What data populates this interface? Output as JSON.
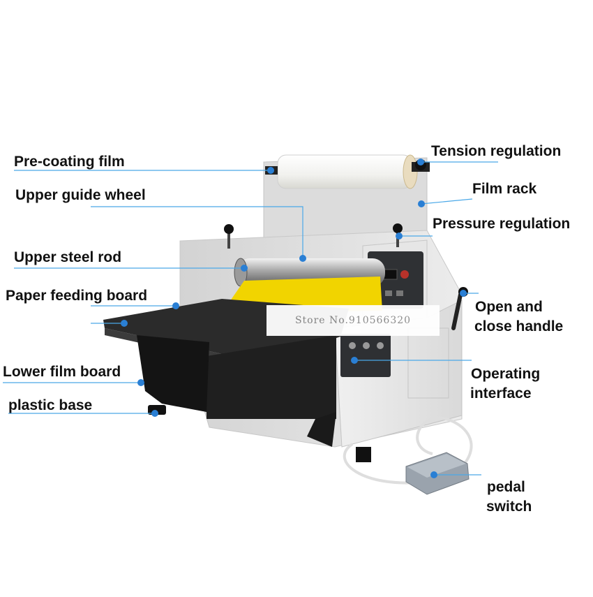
{
  "labels": {
    "pre_coating_film": "Pre-coating film",
    "upper_guide_wheel": "Upper guide wheel",
    "upper_steel_rod": "Upper steel rod",
    "paper_feeding_board": "Paper feeding board",
    "lower_film_board": "Lower film board",
    "plastic_base": "plastic base",
    "tension_regulation": "Tension regulation",
    "film_rack": "Film rack",
    "pressure_regulation": "Pressure regulation",
    "open_close_handle_1": "Open and",
    "open_close_handle_2": "close handle",
    "operating_interface_1": "Operating",
    "operating_interface_2": "interface",
    "pedal_switch_1": "pedal",
    "pedal_switch_2": "switch"
  },
  "watermark": "Store No.910566320",
  "colors": {
    "leader_line": "#4aa8e8",
    "marker_dot": "#2a7fd4",
    "machine_body": "#e2e2e2",
    "film_roll": "#f5f5f3",
    "yellow_film": "#f1d400",
    "board": "#2b2b2b",
    "pedal": "#9aa3ad"
  }
}
